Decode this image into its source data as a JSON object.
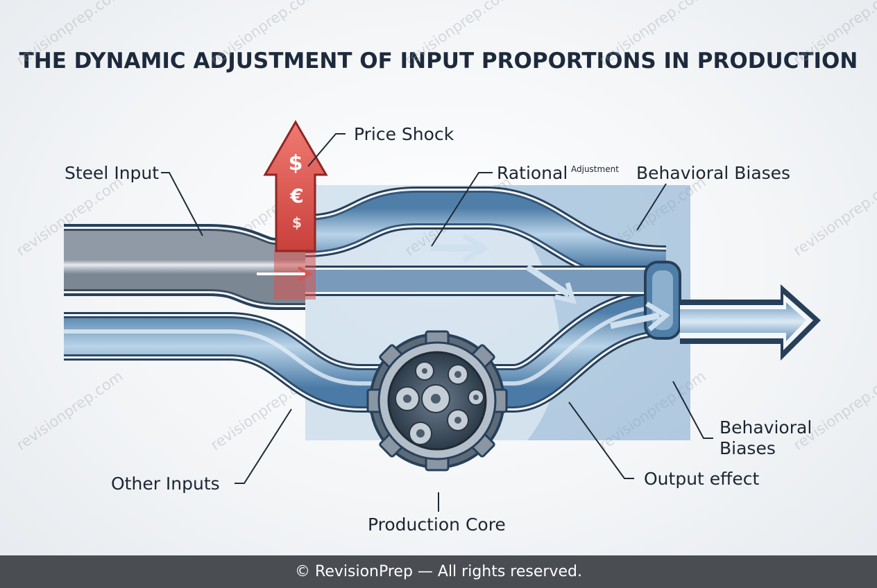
{
  "title": "THE DYNAMIC ADJUSTMENT OF INPUT PROPORTIONS IN PRODUCTION",
  "labels": {
    "steel_input": "Steel Input",
    "price_shock": "Price Shock",
    "rational": "Rational",
    "adjustment": "Adjustment",
    "behavioral_biases_top": "Behavioral Biases",
    "behavioral_biases_bottom_line1": "Behavioral",
    "behavioral_biases_bottom_line2": "Biases",
    "other_inputs": "Other Inputs",
    "output_effect": "Output effect",
    "production_core": "Production Core"
  },
  "price_symbols": [
    "$",
    "€",
    "$"
  ],
  "watermark": "revisionprep.com",
  "footer": "© RevisionPrep — All rights reserved.",
  "colors": {
    "title": "#1d2a3c",
    "pipe_blue": "#6f9cc4",
    "pipe_dark": "#2b4560",
    "steel_grey": "#a9b3be",
    "shock_red": "#d9534f",
    "overlay_blue": "#7fa9cf",
    "footer_bg": "#4a4d52"
  },
  "icons": {
    "price_shock": "up-arrow-icon",
    "production_core": "gears-icon",
    "output": "right-arrow-icon"
  }
}
